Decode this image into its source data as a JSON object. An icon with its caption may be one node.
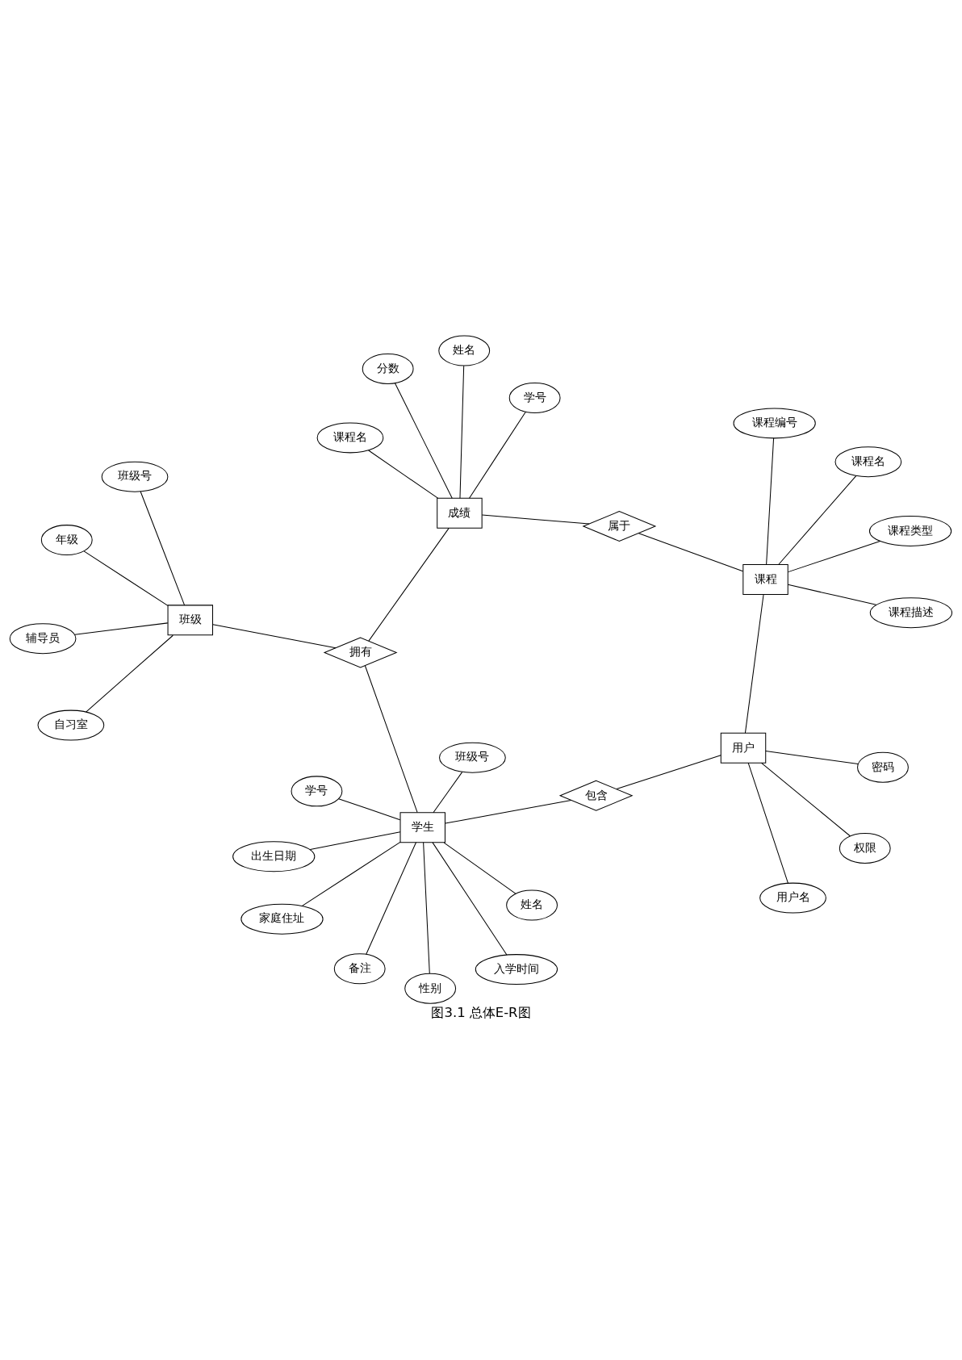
{
  "diagram": {
    "caption": "图3.1 总体E-R图",
    "nodes": [
      {
        "text": [
          "学生"
        ]
      },
      {
        "text": [
          "姓名"
        ]
      },
      {
        "text": [
          "性别"
        ]
      },
      {
        "text": [
          "学号"
        ]
      },
      {
        "text": [
          "班级号"
        ]
      },
      {
        "text": [
          "出生日期"
        ]
      },
      {
        "text": [
          "家庭住址"
        ]
      },
      {
        "text": [
          "入学时间"
        ]
      },
      {
        "text": [
          "备注"
        ]
      },
      {
        "text": [
          "包含"
        ]
      },
      {
        "text": [
          "用户"
        ]
      },
      {
        "text": [
          "密码"
        ]
      },
      {
        "text": [
          "用户名"
        ]
      },
      {
        "text": [
          "权限"
        ]
      },
      {
        "text": [
          "拥有"
        ]
      },
      {
        "text": [
          "班级"
        ]
      },
      {
        "text": [
          "自习室"
        ]
      },
      {
        "text": [
          "班级号"
        ]
      },
      {
        "text": [
          "辅导员"
        ]
      },
      {
        "text": [
          "年级"
        ]
      },
      {
        "text": [
          "成绩"
        ]
      },
      {
        "text": [
          "课程名"
        ]
      },
      {
        "text": [
          "姓名"
        ]
      },
      {
        "text": [
          "学号"
        ]
      },
      {
        "text": [
          "分数"
        ]
      },
      {
        "text": [
          "属于"
        ]
      },
      {
        "text": [
          "课程"
        ]
      },
      {
        "text": [
          "课程编号"
        ]
      },
      {
        "text": [
          "课程描述"
        ]
      },
      {
        "text": [
          "课程类型"
        ]
      },
      {
        "text": [
          "课程名"
        ]
      }
    ],
    "edges": [
      {
        "from": 1,
        "to": 0,
        "arrow": "none"
      },
      {
        "from": 2,
        "to": 0,
        "arrow": "none"
      },
      {
        "from": 3,
        "to": 0,
        "arrow": "none"
      },
      {
        "from": 4,
        "to": 0,
        "arrow": "none"
      },
      {
        "from": 5,
        "to": 0,
        "arrow": "none"
      },
      {
        "from": 6,
        "to": 0,
        "arrow": "none"
      },
      {
        "from": 7,
        "to": 0,
        "arrow": "none"
      },
      {
        "from": 8,
        "to": 0,
        "arrow": "none"
      },
      {
        "from": 0,
        "to": 9,
        "arrow": "none"
      },
      {
        "from": 9,
        "to": 10,
        "arrow": "none"
      },
      {
        "from": 10,
        "to": 11,
        "arrow": "none"
      },
      {
        "from": 10,
        "to": 12,
        "arrow": "none"
      },
      {
        "from": 10,
        "to": 13,
        "arrow": "none"
      },
      {
        "from": 0,
        "to": 14,
        "arrow": "none"
      },
      {
        "from": 14,
        "to": 15,
        "arrow": "none"
      },
      {
        "from": 14,
        "to": 20,
        "arrow": "none"
      },
      {
        "from": 16,
        "to": 15,
        "arrow": "none"
      },
      {
        "from": 17,
        "to": 15,
        "arrow": "none"
      },
      {
        "from": 18,
        "to": 15,
        "arrow": "none"
      },
      {
        "from": 19,
        "to": 15,
        "arrow": "none"
      },
      {
        "from": 10,
        "to": 26,
        "arrow": "none"
      },
      {
        "from": 20,
        "to": 25,
        "arrow": "none"
      },
      {
        "from": 25,
        "to": 26,
        "arrow": "none"
      },
      {
        "from": 21,
        "to": 20,
        "arrow": "none"
      },
      {
        "from": 22,
        "to": 20,
        "arrow": "none"
      },
      {
        "from": 23,
        "to": 20,
        "arrow": "none"
      },
      {
        "from": 24,
        "to": 20,
        "arrow": "none"
      },
      {
        "from": 26,
        "to": 27,
        "arrow": "none"
      },
      {
        "from": 26,
        "to": 28,
        "arrow": "none"
      },
      {
        "from": 26,
        "to": 29,
        "arrow": "none"
      },
      {
        "from": 26,
        "to": 30,
        "arrow": "none"
      }
    ]
  }
}
